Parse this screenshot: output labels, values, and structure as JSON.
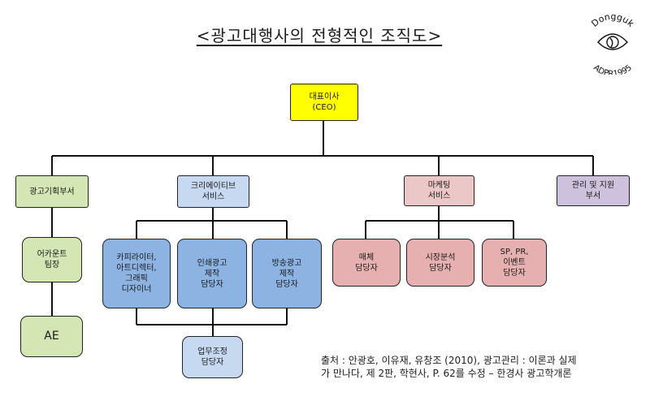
{
  "title": "<광고대행사의 전형적인 조직도>",
  "logo": {
    "top_text": "Dongguk",
    "bottom_text": "ADPR1995"
  },
  "ceo": "대표이사\n(CEO)",
  "departments": {
    "planning": "광고기획부서",
    "creative": "크리에이티브\n서비스",
    "marketing": "마케팅\n서비스",
    "admin": "관리 및 지원\n부서"
  },
  "planning_roles": {
    "team_lead": "어카운트\n팀장",
    "ae": "AE"
  },
  "creative_roles": {
    "copywriter": "카피라이터,\n아트디렉터,\n그래픽\n디자이너",
    "print": "인쇄광고\n제작\n담당자",
    "broadcast": "방송광고\n제작\n담당자",
    "coordination": "업무조정\n담당자"
  },
  "marketing_roles": {
    "media": "매체\n담당자",
    "research": "시장분석\n담당자",
    "sp_pr": "SP, PR,\n이벤트\n담당자"
  },
  "source": "출처 : 안광호, 이유재, 유창조 (2010), 광고관리 : 이론과 실제\n가 만나다, 제 2판, 학현사, P. 62를 수정 – 한경사 광고학개론"
}
